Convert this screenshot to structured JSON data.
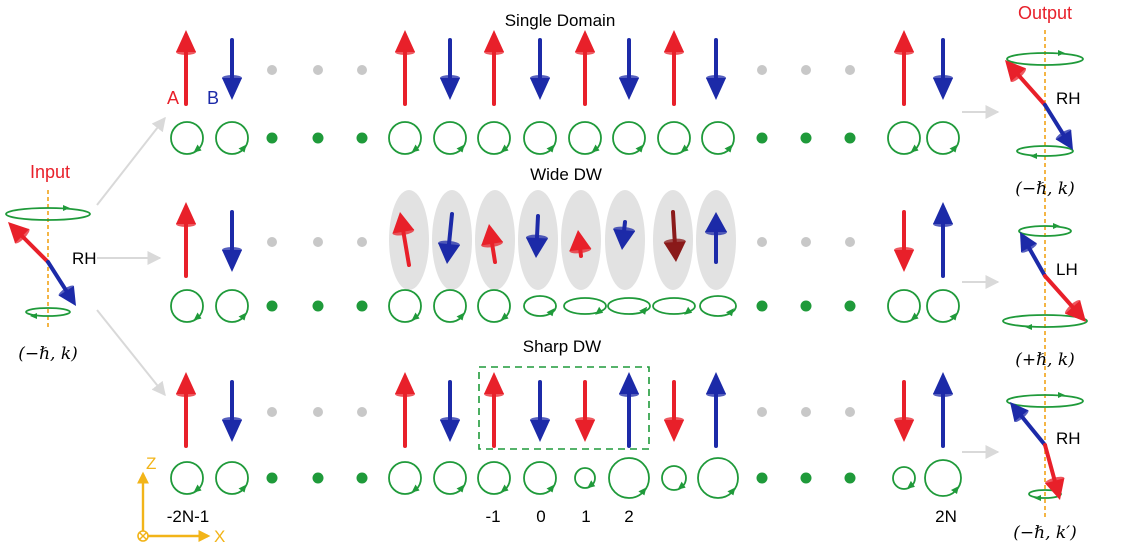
{
  "colors": {
    "spin_a": "#e8202a",
    "spin_b": "#1c2aa8",
    "precession": "#1f9a3a",
    "dot_gray": "#c8c8c8",
    "dot_green": "#1f9a3a",
    "title_red": "#e8202a",
    "axis": "#f2b418",
    "axis_dashed": "#f2a318",
    "flow_arrow": "#d9d9d9",
    "ellipse_fill": "#e2e2e2"
  },
  "rows": {
    "single": {
      "title": "Single Domain"
    },
    "wide": {
      "title": "Wide DW"
    },
    "sharp": {
      "title": "Sharp DW"
    }
  },
  "sublattice": {
    "a": "A",
    "b": "B"
  },
  "input": {
    "title": "Input",
    "handedness": "RH",
    "state": "(−ℏ, k)"
  },
  "output": {
    "title": "Output",
    "items": [
      {
        "handedness": "RH",
        "state": "(−ℏ, k)"
      },
      {
        "handedness": "LH",
        "state": "(+ℏ, k)"
      },
      {
        "handedness": "RH",
        "state": "(−ℏ, k′)"
      }
    ]
  },
  "site_labels": [
    "-2N-1",
    "-1",
    "0",
    "1",
    "2",
    "2N"
  ],
  "axes": {
    "z": "Z",
    "x": "X"
  }
}
